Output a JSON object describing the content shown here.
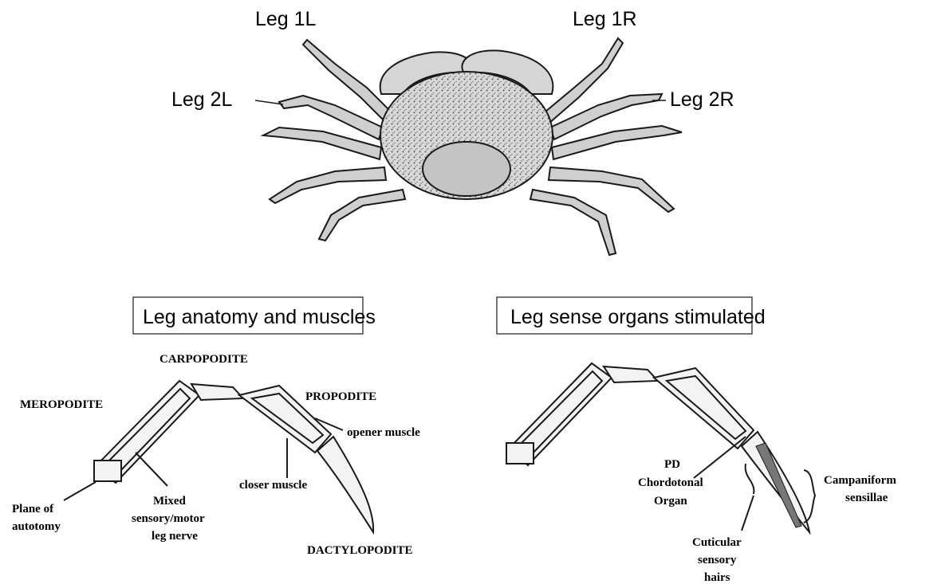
{
  "crab": {
    "leg_labels": {
      "leg_1l": "Leg 1L",
      "leg_1r": "Leg 1R",
      "leg_2l": "Leg 2L",
      "leg_2r": "Leg 2R"
    }
  },
  "panel_left": {
    "title": "Leg anatomy and muscles",
    "labels": {
      "carpopodite": "CARPOPODITE",
      "meropodite": "MEROPODITE",
      "propodite": "PROPODITE",
      "opener_muscle": "opener muscle",
      "closer_muscle": "closer muscle",
      "dactylopodite": "DACTYLOPODITE",
      "plane_line1": "Plane of",
      "plane_line2": "autotomy",
      "nerve_line1": "Mixed",
      "nerve_line2": "sensory/motor",
      "nerve_line3": "leg nerve"
    }
  },
  "panel_right": {
    "title": "Leg sense organs stimulated",
    "labels": {
      "pd_line1": "PD",
      "pd_line2": "Chordotonal",
      "pd_line3": "Organ",
      "campaniform_line1": "Campaniform",
      "campaniform_line2": "sensillae",
      "cuticular_line1": "Cuticular",
      "cuticular_line2": "sensory",
      "cuticular_line3": "hairs"
    }
  },
  "colors": {
    "ink": "#1a1a1a",
    "shell": "#8a8a8a",
    "background": "#ffffff"
  }
}
